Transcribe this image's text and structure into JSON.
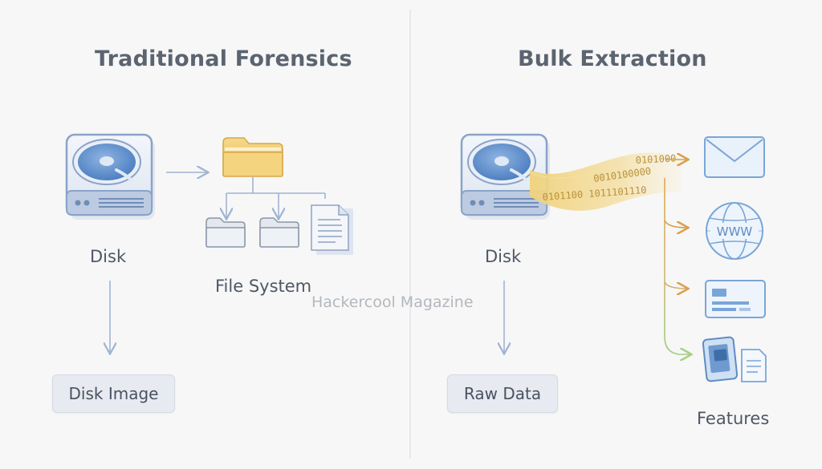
{
  "left": {
    "title": "Traditional Forensics",
    "disk_label": "Disk",
    "filesystem_label": "File System",
    "output_box": "Disk Image"
  },
  "right": {
    "title": "Bulk Extraction",
    "disk_label": "Disk",
    "output_box": "Raw Data",
    "features_label": "Features",
    "stream_bits_1": "0101000",
    "stream_bits_2": "0010100000",
    "stream_bits_3": "0101100 1011101110",
    "globe_text": "WWW"
  },
  "watermark": "Hackercool Magazine",
  "icons": [
    "hard-drive-icon",
    "folder-icon",
    "document-icon",
    "envelope-icon",
    "globe-icon",
    "id-card-icon",
    "phone-icon"
  ],
  "colors": {
    "drive_blue": "#5e8fcc",
    "folder_yellow": "#f2cf7a",
    "stream_gold": "#e8c25a",
    "arrow_orange": "#d9a14e",
    "arrow_green": "#a9cf8a",
    "icon_blue": "#79a6d8"
  }
}
